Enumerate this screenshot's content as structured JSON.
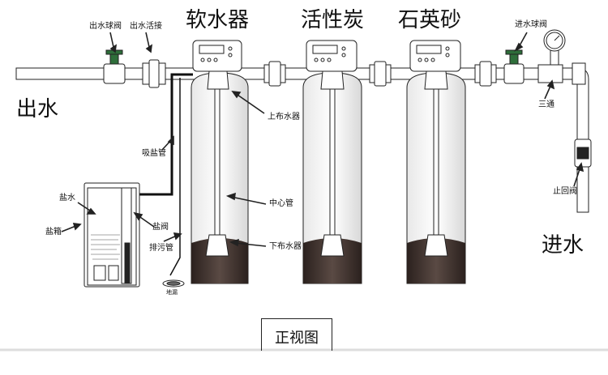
{
  "titles": {
    "softener": "软水器",
    "carbon": "活性炭",
    "sand": "石英砂"
  },
  "labels": {
    "outlet_ball_valve": "出水球阀",
    "outlet_union": "出水活接",
    "inlet_ball_valve": "进水球阀",
    "water_out": "出水",
    "water_in": "进水",
    "upper_distributor": "上布水器",
    "center_tube": "中心管",
    "lower_distributor": "下布水器",
    "brine_suction": "吸盐管",
    "brine_water": "盐水",
    "brine_tank": "盐箱",
    "brine_valve": "盐阀",
    "drain_pipe": "排污管",
    "floor_drain": "地漏",
    "tee": "三通",
    "check_valve": "止回阀"
  },
  "caption": "正视图",
  "colors": {
    "line": "#222222",
    "tank_dark": "#3a2e2a",
    "valve_green": "#2e6e3a"
  }
}
